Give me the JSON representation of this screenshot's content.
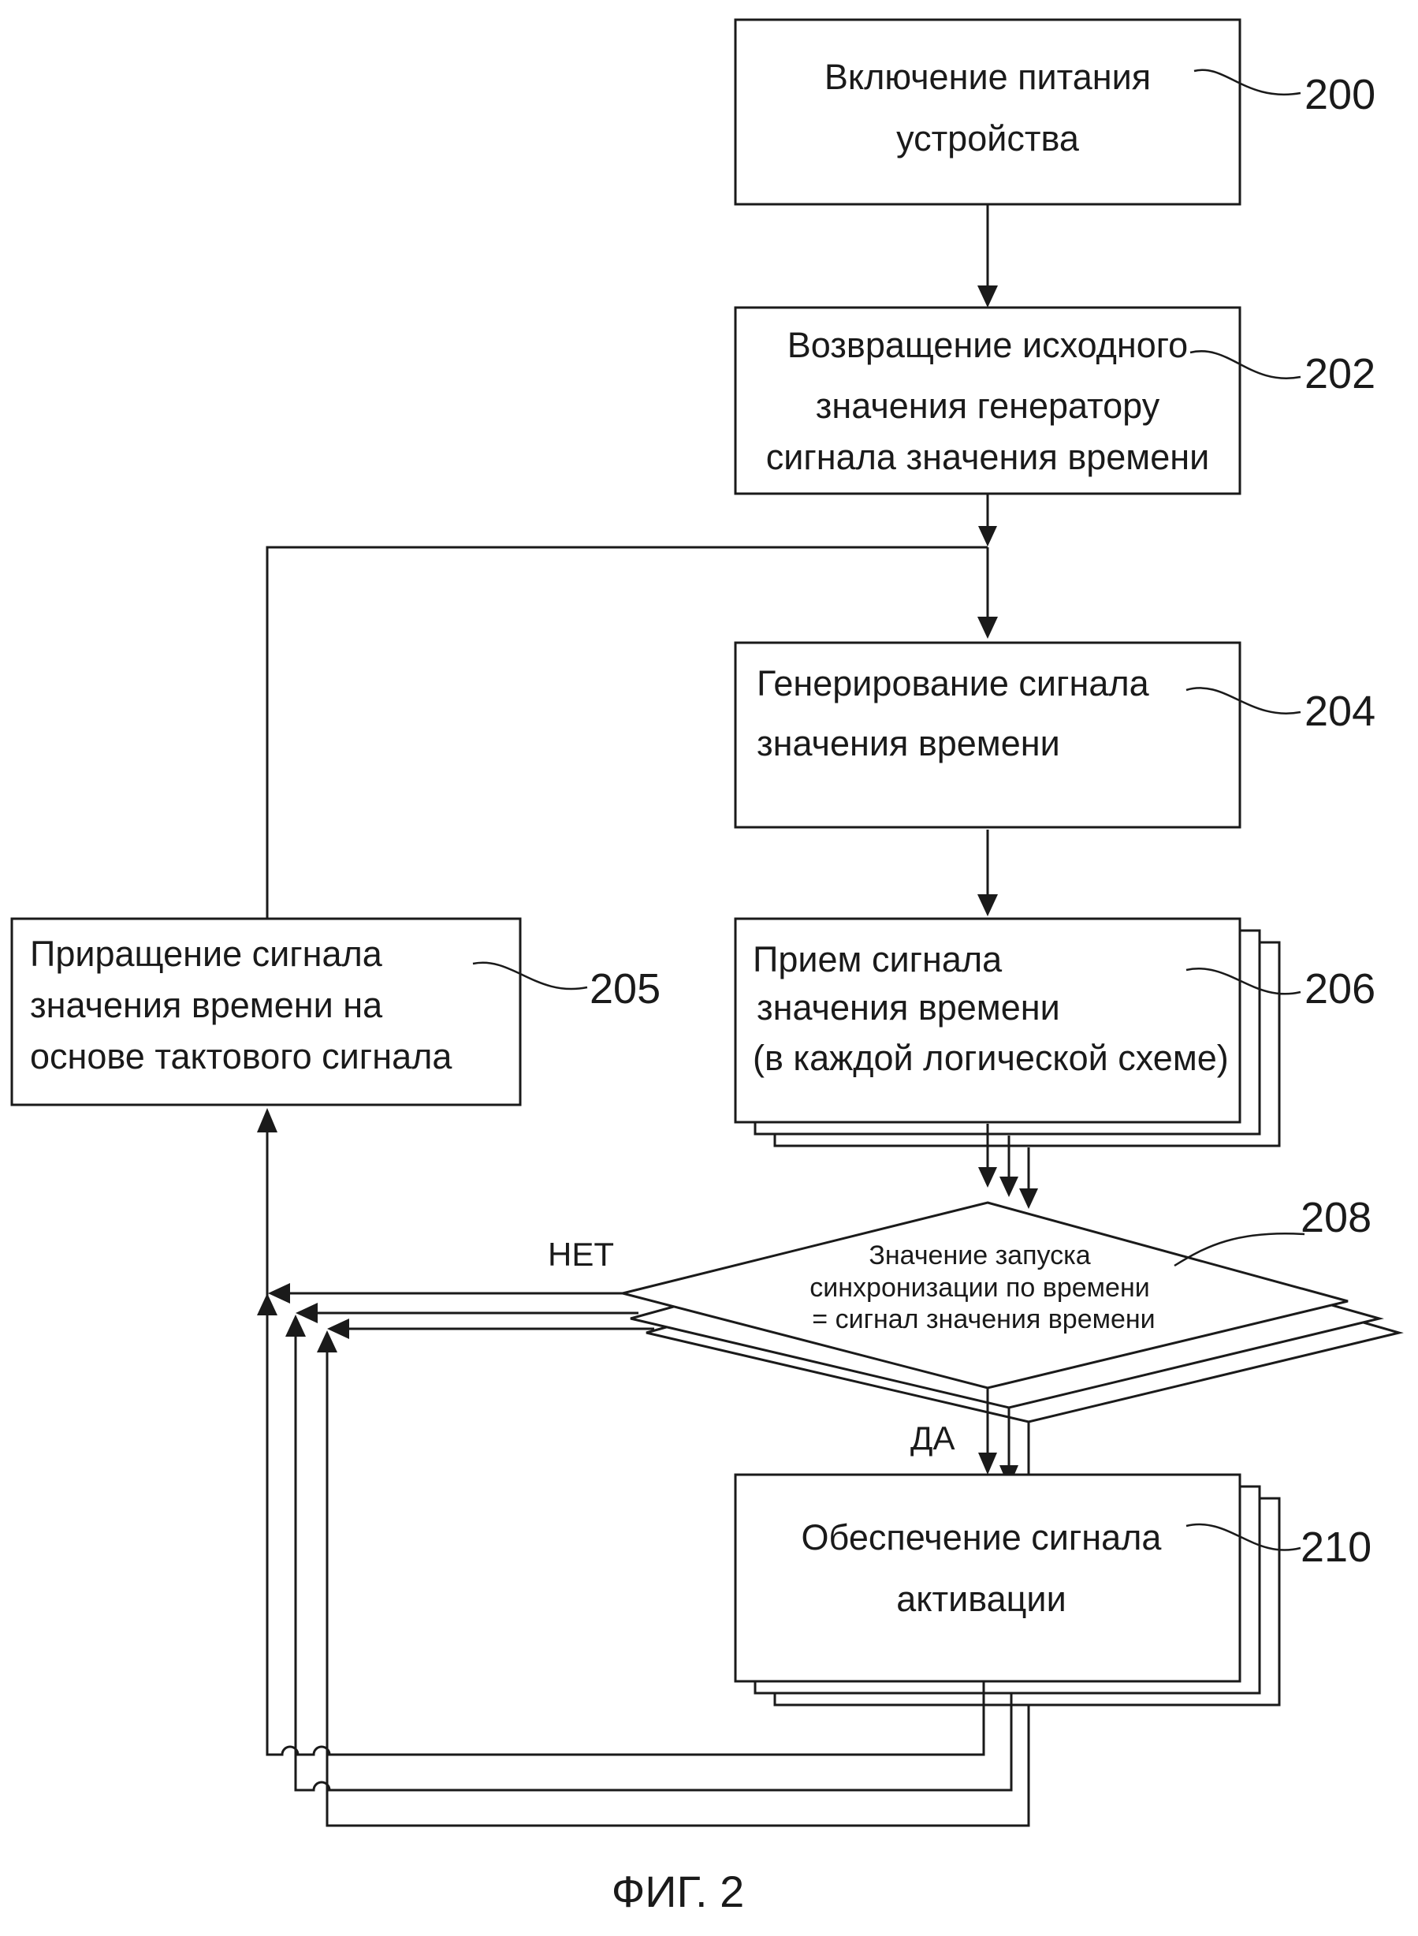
{
  "figure": {
    "caption": "ФИГ. 2",
    "steps": {
      "s200": {
        "ref": "200",
        "lines": [
          "Включение питания",
          "устройства"
        ]
      },
      "s202": {
        "ref": "202",
        "lines": [
          "Возвращение исходного",
          "значения генератору",
          "сигнала значения времени"
        ]
      },
      "s204": {
        "ref": "204",
        "lines": [
          "Генерирование сигнала",
          "значения времени"
        ]
      },
      "s205": {
        "ref": "205",
        "lines": [
          "Приращение сигнала",
          "значения времени на",
          "основе тактового сигнала"
        ]
      },
      "s206": {
        "ref": "206",
        "lines": [
          "Прием сигнала",
          "значения времени",
          "(в каждой логической схеме)"
        ]
      },
      "s208": {
        "ref": "208",
        "lines": [
          "Значение запуска",
          "синхронизации по времени",
          "= сигнал значения времени"
        ]
      },
      "s210": {
        "ref": "210",
        "lines": [
          "Обеспечение сигнала",
          "активации"
        ]
      }
    },
    "labels": {
      "no": "НЕТ",
      "yes": "ДА"
    }
  }
}
